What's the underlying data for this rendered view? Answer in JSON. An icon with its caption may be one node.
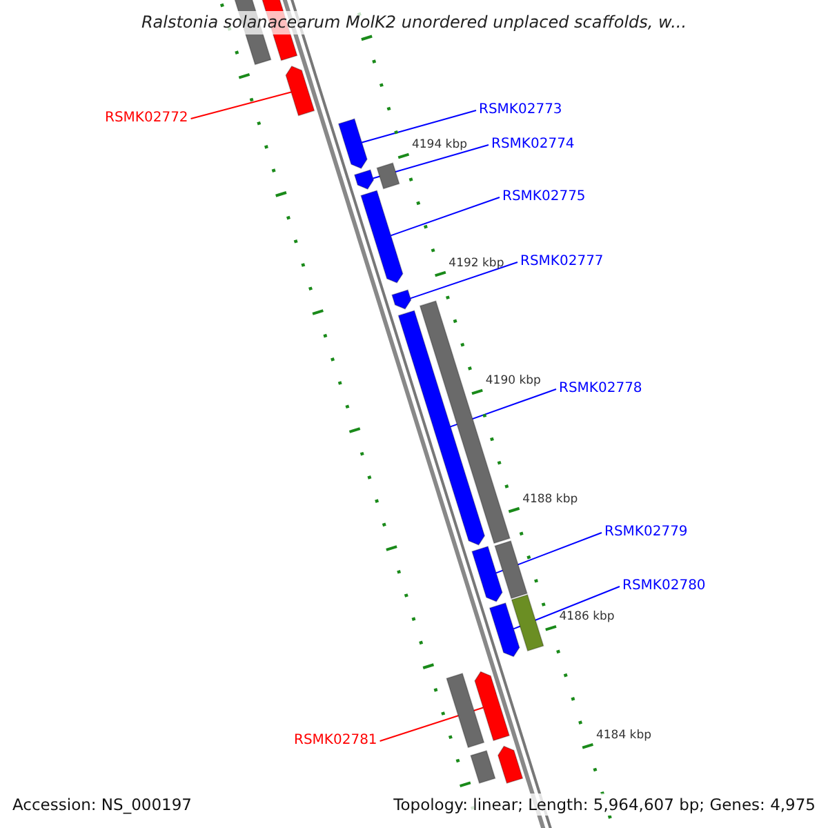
{
  "diagram": {
    "title": "Ralstonia solanacearum MolK2 unordered unplaced scaffolds, w...",
    "nodes": [
      {
        "text": [],
        "shape": "bar"
      },
      {
        "text": [],
        "shape": "bar"
      },
      {
        "text": [],
        "shape": "bar"
      },
      {
        "text": [],
        "shape": "bar"
      },
      {
        "text": [],
        "shape": "bar"
      },
      {
        "text": [],
        "shape": "bar"
      },
      {
        "text": [],
        "shape": "bar"
      },
      {
        "text": [],
        "shape": "bar"
      },
      {
        "text": [],
        "shape": "bar"
      },
      {
        "text": [],
        "shape": "bar"
      },
      {
        "text": [],
        "shape": "bar"
      },
      {
        "text": [],
        "shape": "bar"
      },
      {
        "text": [],
        "shape": "bar"
      },
      {
        "text": [],
        "shape": "bar"
      },
      {
        "text": [],
        "shape": "bar"
      },
      {
        "text": [],
        "shape": "bar"
      },
      {
        "text": [],
        "shape": "bar"
      },
      {
        "text": [],
        "shape": "bar"
      },
      {
        "text": [
          "RSMK02772"
        ]
      },
      {
        "text": [
          "RSMK02773"
        ]
      },
      {
        "text": [
          "RSMK02774"
        ]
      },
      {
        "text": [
          "RSMK02775"
        ]
      },
      {
        "text": [
          "RSMK02777"
        ]
      },
      {
        "text": [
          "RSMK02778"
        ]
      },
      {
        "text": [
          "RSMK02779"
        ]
      },
      {
        "text": [
          "RSMK02780"
        ]
      },
      {
        "text": [
          "RSMK02781"
        ]
      }
    ],
    "edges": [
      {
        "from": 18,
        "to": 2,
        "arrow": "none",
        "color": "#ff0000"
      },
      {
        "from": 19,
        "to": 3,
        "arrow": "none"
      },
      {
        "from": 20,
        "to": 4,
        "arrow": "none"
      },
      {
        "from": 21,
        "to": 6,
        "arrow": "none"
      },
      {
        "from": 22,
        "to": 7,
        "arrow": "none"
      },
      {
        "from": 23,
        "to": 9,
        "arrow": "none"
      },
      {
        "from": 24,
        "to": 11,
        "arrow": "none"
      },
      {
        "from": 25,
        "to": 13,
        "arrow": "none"
      },
      {
        "from": 26,
        "to": 15,
        "arrow": "none",
        "color": "#ff0000"
      }
    ],
    "labels": [
      "4194 kbp",
      "4192 kbp",
      "4190 kbp",
      "4188 kbp",
      "4186 kbp",
      "4184 kbp",
      "Accession: NS_000197",
      "Topology: linear; Length: 5,964,607 bp; Genes: 4,975"
    ]
  }
}
